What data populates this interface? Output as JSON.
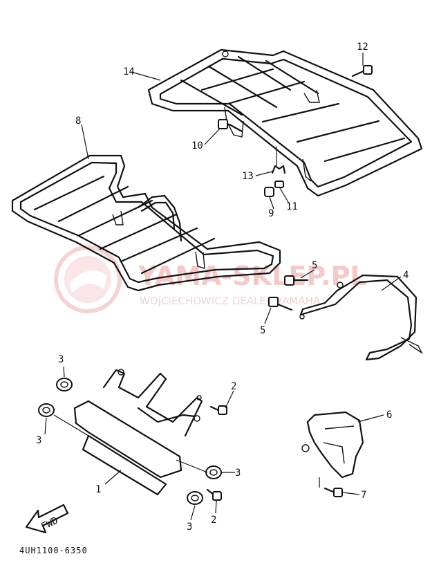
{
  "diagram_code": "4UH1100-6350",
  "fwd_label": "FWD",
  "watermark": {
    "title": "YAMA-SKLEP.PL",
    "subtitle": "WOJCIECHOWICZ DEALER YAMAHA",
    "color": "#e8a0a0"
  },
  "callouts": [
    "1",
    "2",
    "2",
    "3",
    "3",
    "3",
    "3",
    "4",
    "5",
    "5",
    "6",
    "7",
    "8",
    "9",
    "10",
    "11",
    "12",
    "13",
    "14"
  ]
}
